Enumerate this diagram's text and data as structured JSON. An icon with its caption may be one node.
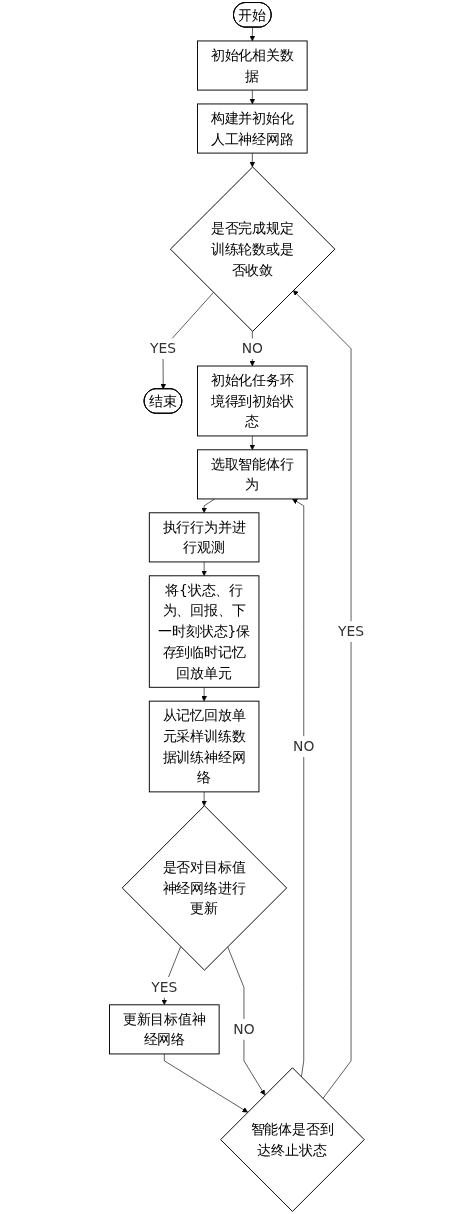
{
  "diagram": {
    "nodes": [
      {
        "text": [
          "开始"
        ]
      },
      {
        "text": [
          "初始化相关数据"
        ]
      },
      {
        "text": [
          "构建并初始化人工神经网路"
        ]
      },
      {
        "text": [
          "是否完成规定训练轮数或是否收敛"
        ]
      },
      {
        "text": [
          "初始化任务环境得到初始状态"
        ]
      },
      {
        "text": [
          "选取智能体行为"
        ]
      },
      {
        "text": [
          "执行行为并进行观测"
        ]
      },
      {
        "text": [
          "将{状态、行为、回报、下一时刻状态}保存到临时记忆回放单元"
        ]
      },
      {
        "text": [
          "从记忆回放单元采样训练数据训练神经网络"
        ]
      },
      {
        "text": [
          "是否对目标值神经网络进行更新"
        ]
      },
      {
        "text": [
          "更新目标值神经网络"
        ]
      },
      {
        "text": [
          "智能体是否到达终止状态"
        ]
      },
      {
        "text": [
          "结束"
        ]
      }
    ],
    "edges": [
      {
        "from": 0,
        "to": 1,
        "arrow": "to"
      },
      {
        "from": 1,
        "to": 2,
        "arrow": "to"
      },
      {
        "from": 2,
        "to": 3,
        "arrow": "to"
      },
      {
        "from": 3,
        "to": 12,
        "arrow": "to",
        "label": "YES"
      },
      {
        "from": 3,
        "to": 4,
        "arrow": "to",
        "label": "NO"
      },
      {
        "from": 4,
        "to": 5,
        "arrow": "to"
      },
      {
        "from": 5,
        "to": 6,
        "arrow": "to"
      },
      {
        "from": 6,
        "to": 7,
        "arrow": "to"
      },
      {
        "from": 7,
        "to": 8,
        "arrow": "to"
      },
      {
        "from": 8,
        "to": 9,
        "arrow": "to"
      },
      {
        "from": 9,
        "to": 10,
        "arrow": "to",
        "label": "YES"
      },
      {
        "from": 9,
        "to": 11,
        "arrow": "to",
        "label": "NO"
      },
      {
        "from": 10,
        "to": 11,
        "arrow": "to"
      },
      {
        "from": 11,
        "to": 3,
        "arrow": "to",
        "label": "YES"
      },
      {
        "from": 11,
        "to": 5,
        "arrow": "to",
        "label": "NO"
      }
    ]
  }
}
